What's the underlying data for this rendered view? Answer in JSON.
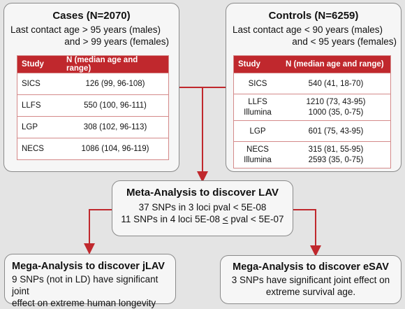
{
  "cases": {
    "title": "Cases (N=2070)",
    "line1": "Last contact age > 95 years (males)",
    "line2": "and > 99 years (females)",
    "headers": [
      "Study",
      "N (median age and range)"
    ],
    "rows": [
      {
        "study": "SICS",
        "n": "126 (99, 96-108)"
      },
      {
        "study": "LLFS",
        "n": "550 (100, 96-111)"
      },
      {
        "study": "LGP",
        "n": "308 (102, 96-113)"
      },
      {
        "study": "NECS",
        "n": "1086 (104, 96-119)"
      }
    ]
  },
  "controls": {
    "title": "Controls (N=6259)",
    "line1": "Last contact age < 90 years (males)",
    "line2": "and < 95 years (females)",
    "headers": [
      "Study",
      "N (median age and range)"
    ],
    "rows": [
      {
        "study": "SICS",
        "n": "540 (41, 18-70)"
      },
      {
        "study": "LLFS",
        "study2": "Illumina",
        "n": "1210 (73, 43-95)",
        "n2": "1000 (35, 0-75)"
      },
      {
        "study": "LGP",
        "n": "601 (75, 43-95)"
      },
      {
        "study": "NECS",
        "study2": "Illumina",
        "n": "315 (81, 55-95)",
        "n2": "2593 (35, 0-75)"
      }
    ]
  },
  "meta": {
    "title": "Meta-Analysis to discover LAV",
    "line1": "37 SNPs in 3 loci pval < 5E-08",
    "line2_pre": "11 SNPs in 4 loci 5E-08 ",
    "line2_le": "<",
    "line2_post": " pval < 5E-07"
  },
  "jlav": {
    "title": "Mega-Analysis to discover jLAV",
    "line1": "9 SNPs (not in LD) have significant joint",
    "line2": "effect on extreme human longevity"
  },
  "esav": {
    "title": "Mega-Analysis to discover eSAV",
    "line1": "3 SNPs have significant joint effect on",
    "line2": "extreme survival age."
  },
  "colors": {
    "arrow": "#c0282d",
    "header_bg": "#c0282d"
  }
}
